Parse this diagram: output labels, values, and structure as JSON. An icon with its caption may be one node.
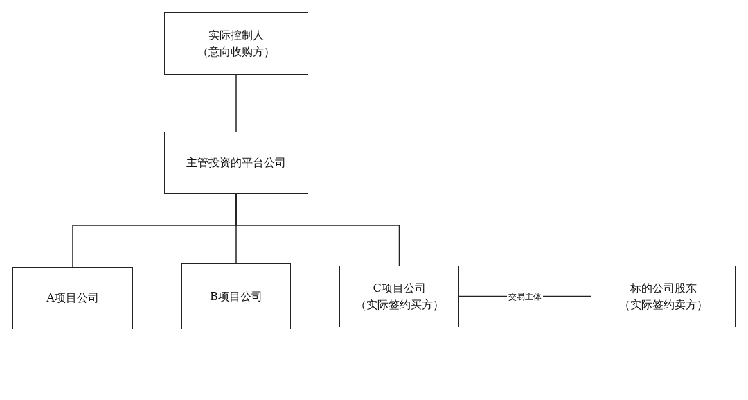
{
  "diagram": {
    "nodes": [
      {
        "text": [
          "实际控制人",
          "（意向收购方）"
        ]
      },
      {
        "text": [
          "主管投资的平台公司"
        ]
      },
      {
        "text": [
          "A项目公司"
        ]
      },
      {
        "text": [
          "B项目公司"
        ]
      },
      {
        "text": [
          "C项目公司",
          "（实际签约买方）"
        ]
      },
      {
        "text": [
          "标的公司股东",
          "（实际签约卖方）"
        ]
      }
    ],
    "edges": [
      {
        "from": 0,
        "to": 1,
        "arrow": "none"
      },
      {
        "from": 1,
        "to": 2,
        "arrow": "none"
      },
      {
        "from": 1,
        "to": 3,
        "arrow": "none"
      },
      {
        "from": 1,
        "to": 4,
        "arrow": "none"
      },
      {
        "from": 4,
        "to": 5,
        "arrow": "none",
        "label": "交易主体"
      }
    ]
  }
}
